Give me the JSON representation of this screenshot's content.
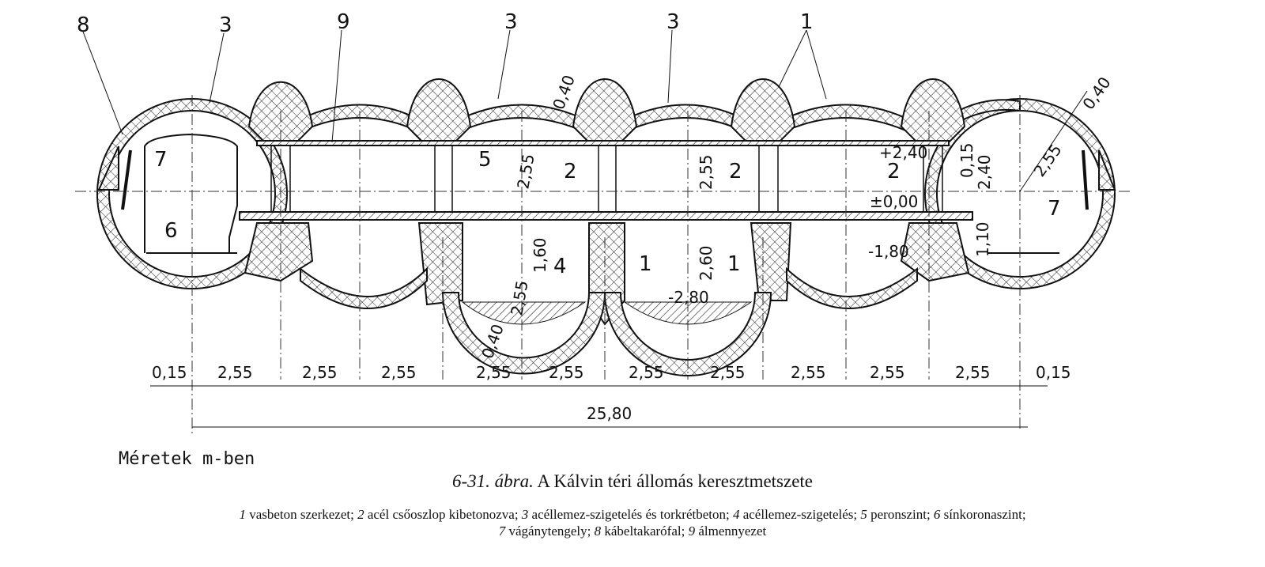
{
  "labels": {
    "top": [
      "8",
      "3",
      "9",
      "3",
      "3",
      "1"
    ],
    "columns": [
      "2",
      "2",
      "2"
    ],
    "track_axis": "7",
    "rail_level": "6",
    "platform": "5",
    "insulation": "4",
    "structure": [
      "1",
      "1"
    ]
  },
  "levels": {
    "ceiling": "+2,40",
    "platform": "±0,00",
    "track": "-1,80",
    "lower": "-2,80"
  },
  "dims_inner": [
    "0,40",
    "2,55",
    "2,55",
    "1,60",
    "2,55",
    "2,60",
    "0,40",
    "0,15",
    "2,40",
    "2,55",
    "1,10",
    "0,40"
  ],
  "dims_bottom": [
    "0,15",
    "2,55",
    "2,55",
    "2,55",
    "2,55",
    "2,55",
    "2,55",
    "2,55",
    "2,55",
    "2,55",
    "2,55",
    "0,15"
  ],
  "dim_total": "25,80",
  "units": "Méretek m-ben",
  "caption": {
    "number": "6-31. ábra.",
    "title": "A Kálvin téri állomás keresztmetszete"
  },
  "legend": [
    {
      "n": "1",
      "t": "vasbeton szerkezet;"
    },
    {
      "n": "2",
      "t": "acél csőoszlop kibetonozva;"
    },
    {
      "n": "3",
      "t": "acéllemez-szigetelés és torkrétbeton;"
    },
    {
      "n": "4",
      "t": "acéllemez-szigetelés;"
    },
    {
      "n": "5",
      "t": "peronszint;"
    },
    {
      "n": "6",
      "t": "sínkoronaszint;"
    },
    {
      "n": "7",
      "t": "vágánytengely;"
    },
    {
      "n": "8",
      "t": "kábeltakarófal;"
    },
    {
      "n": "9",
      "t": "álmennyezet"
    }
  ]
}
